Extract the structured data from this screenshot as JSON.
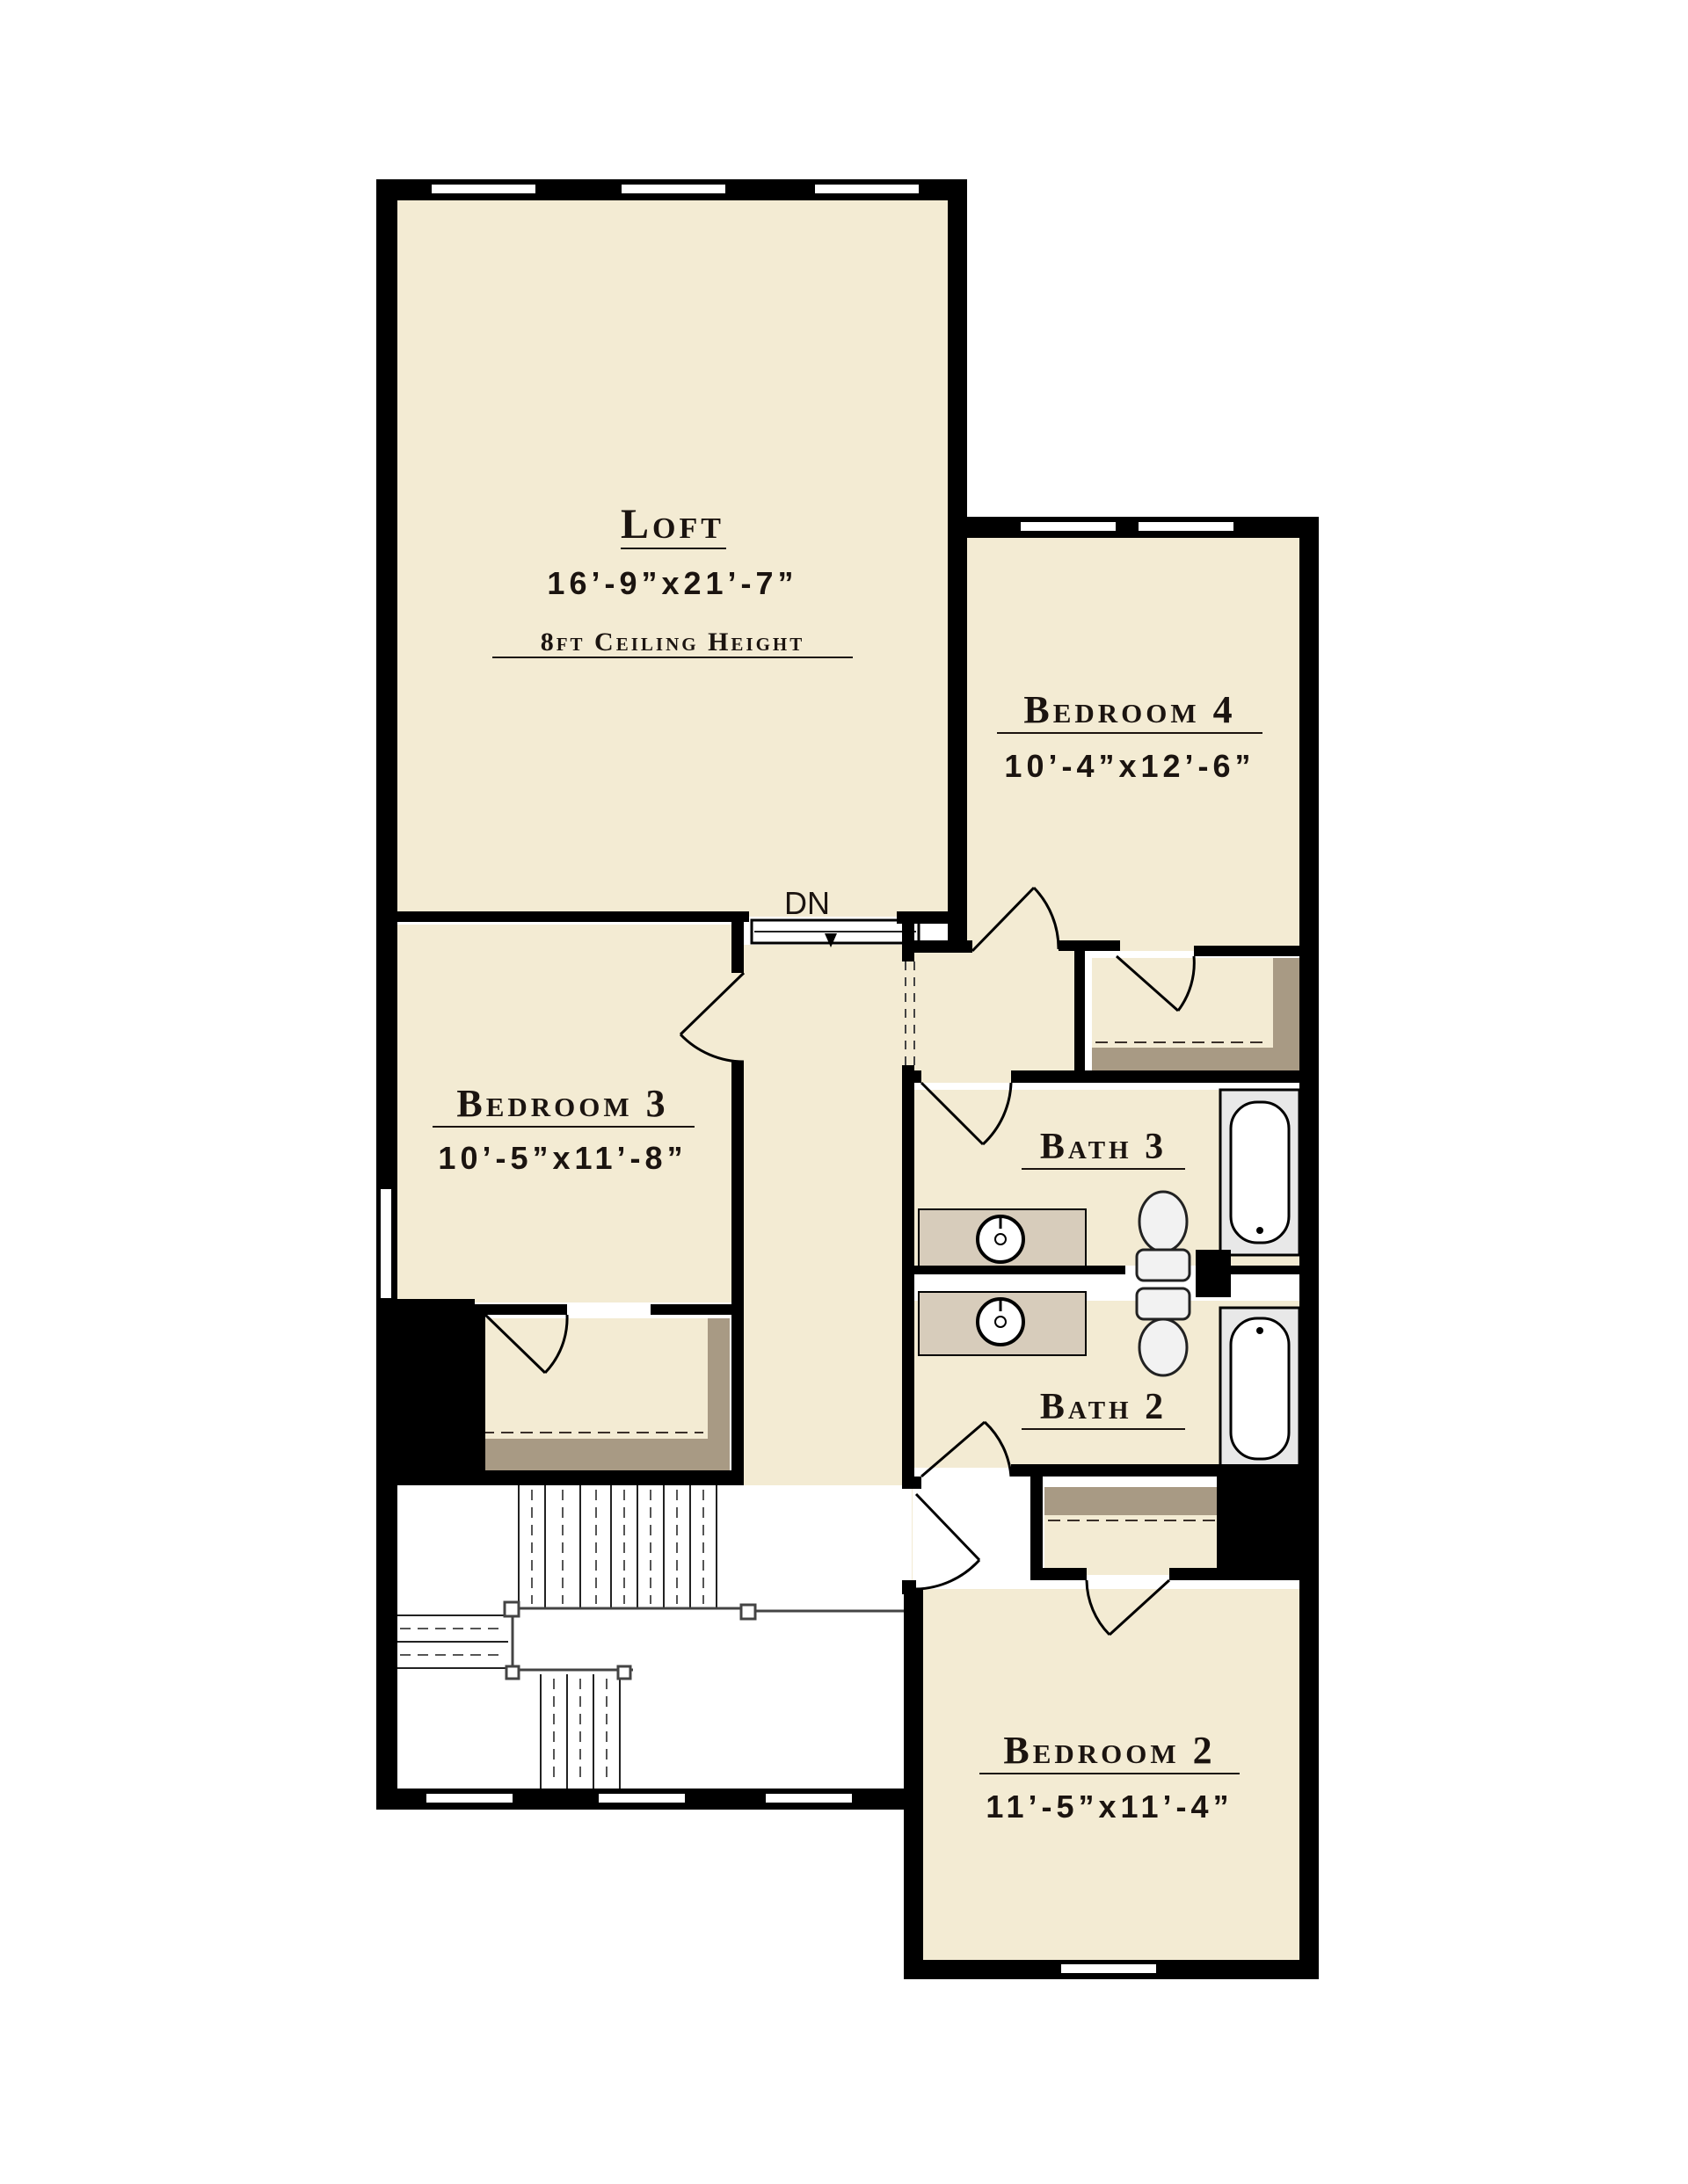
{
  "colors": {
    "wall": "#000000",
    "floor": "#f3ebd3",
    "closet_shelf": "#a89a84",
    "counter": "#d7ccbb",
    "window": "#ffffff",
    "stair": "#ffffff",
    "fixture": "#efefef"
  },
  "rooms": {
    "loft": {
      "name": "Loft",
      "dims": "16’-9”x21’-7”",
      "note": "8ft Ceiling Height"
    },
    "bedroom4": {
      "name": "Bedroom 4",
      "dims": "10’-4”x12’-6”"
    },
    "bedroom3": {
      "name": "Bedroom 3",
      "dims": "10’-5”x11’-8”"
    },
    "bath3": {
      "name": "Bath 3"
    },
    "bath2": {
      "name": "Bath 2"
    },
    "bedroom2": {
      "name": "Bedroom 2",
      "dims": "11’-5”x11’-4”"
    }
  },
  "stairs": {
    "direction_label": "DN"
  },
  "icons": [
    "bathtub-icon",
    "toilet-icon",
    "sink-icon",
    "door-swing-icon",
    "window-icon"
  ]
}
